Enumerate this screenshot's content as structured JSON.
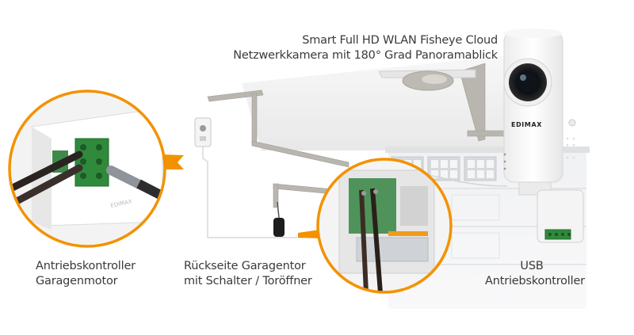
{
  "labels": {
    "camera_line1": "Smart Full HD WLAN Fisheye Cloud",
    "camera_line2": "Netzwerkkamera mit 180° Grad Panoramablick",
    "controller_line1": "Antriebskontroller",
    "controller_line2": "Garagenmotor",
    "rear_line1": "Rückseite Garagentor",
    "rear_line2": "mit Schalter / Toröffner",
    "usb_line1": "USB",
    "usb_line2": "Antriebskontroller"
  },
  "camera": {
    "brand": "EDIMAX"
  },
  "colors": {
    "accent_orange": "#f39200",
    "garage_door": "#e9eaec",
    "rail_metal": "#b3b0ab",
    "pcb_green": "#3f8a4a",
    "terminal_green": "#2f8a3c"
  }
}
